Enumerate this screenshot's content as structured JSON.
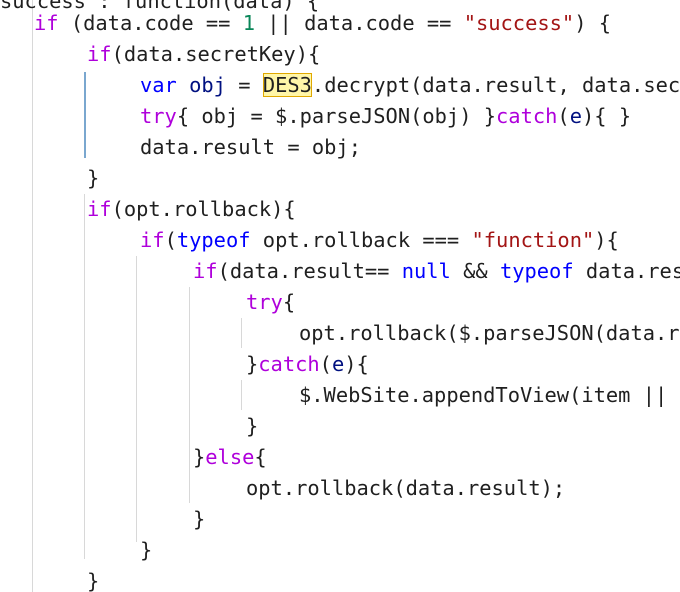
{
  "editor": {
    "lines": [
      [
        {
          "t": "success : function(data) {",
          "c": ""
        }
      ],
      [
        {
          "t": "if",
          "c": "kw"
        },
        {
          "t": " (data.code == ",
          "c": ""
        },
        {
          "t": "1",
          "c": "num"
        },
        {
          "t": " || data.code == ",
          "c": ""
        },
        {
          "t": "\"success\"",
          "c": "str"
        },
        {
          "t": ") {",
          "c": ""
        }
      ],
      [
        {
          "t": "if",
          "c": "kw"
        },
        {
          "t": "(data.secretKey){",
          "c": ""
        }
      ],
      [
        {
          "t": "var",
          "c": "kw2"
        },
        {
          "t": " ",
          "c": ""
        },
        {
          "t": "obj",
          "c": "var"
        },
        {
          "t": " = ",
          "c": ""
        },
        {
          "t": "DES3",
          "c": "hl"
        },
        {
          "t": ".decrypt(data.result, data.secretKey);",
          "c": ""
        }
      ],
      [
        {
          "t": "try",
          "c": "kw"
        },
        {
          "t": "{ obj = $.parseJSON(obj) }",
          "c": ""
        },
        {
          "t": "catch",
          "c": "kw"
        },
        {
          "t": "(",
          "c": ""
        },
        {
          "t": "e",
          "c": "var"
        },
        {
          "t": "){ }",
          "c": ""
        }
      ],
      [
        {
          "t": "data.result = obj;",
          "c": ""
        }
      ],
      [
        {
          "t": "}",
          "c": ""
        }
      ],
      [
        {
          "t": "if",
          "c": "kw"
        },
        {
          "t": "(opt.rollback){",
          "c": ""
        }
      ],
      [
        {
          "t": "if",
          "c": "kw"
        },
        {
          "t": "(",
          "c": ""
        },
        {
          "t": "typeof",
          "c": "kw2"
        },
        {
          "t": " opt.rollback === ",
          "c": ""
        },
        {
          "t": "\"function\"",
          "c": "str"
        },
        {
          "t": "){",
          "c": ""
        }
      ],
      [
        {
          "t": "if",
          "c": "kw"
        },
        {
          "t": "(data.result== ",
          "c": ""
        },
        {
          "t": "null",
          "c": "kw2"
        },
        {
          "t": " && ",
          "c": ""
        },
        {
          "t": "typeof",
          "c": "kw2"
        },
        {
          "t": " data.result",
          "c": ""
        }
      ],
      [
        {
          "t": "try",
          "c": "kw"
        },
        {
          "t": "{",
          "c": ""
        }
      ],
      [
        {
          "t": "opt.rollback($.parseJSON(data.result));",
          "c": ""
        }
      ],
      [
        {
          "t": "}",
          "c": ""
        },
        {
          "t": "catch",
          "c": "kw"
        },
        {
          "t": "(",
          "c": ""
        },
        {
          "t": "e",
          "c": "var"
        },
        {
          "t": "){",
          "c": ""
        }
      ],
      [
        {
          "t": "$.WebSite.appendToView(item || ",
          "c": ""
        }
      ],
      [
        {
          "t": "}",
          "c": ""
        }
      ],
      [
        {
          "t": "}",
          "c": ""
        },
        {
          "t": "else",
          "c": "kw"
        },
        {
          "t": "{",
          "c": ""
        }
      ],
      [
        {
          "t": "opt.rollback(data.result);",
          "c": ""
        }
      ],
      [
        {
          "t": "}",
          "c": ""
        }
      ],
      [
        {
          "t": "}",
          "c": ""
        }
      ],
      [
        {
          "t": "}",
          "c": ""
        }
      ]
    ]
  }
}
